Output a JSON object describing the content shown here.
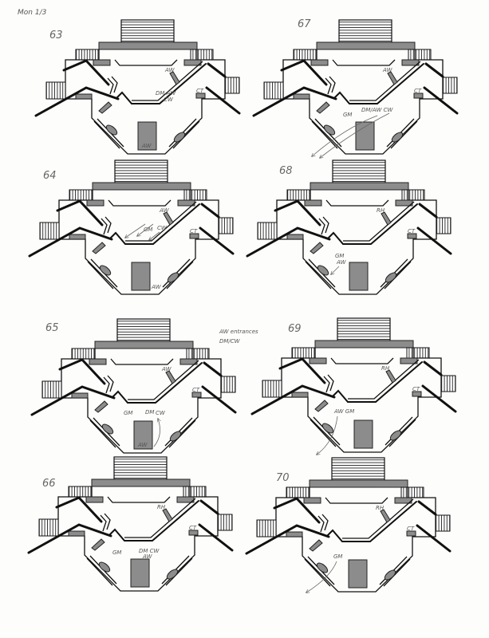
{
  "page_header": "Mon 1/3",
  "margin_note": [
    "AW entrances",
    "DM/CW"
  ],
  "panels": [
    {
      "number": "63",
      "labels": [
        "AW",
        "DM AW",
        "CW",
        "AW",
        "CT"
      ]
    },
    {
      "number": "64",
      "labels": [
        "AW",
        "GM",
        "CW",
        "AW",
        "CT"
      ]
    },
    {
      "number": "65",
      "labels": [
        "AW",
        "GM",
        "DM",
        "CW",
        "AW",
        "CT"
      ]
    },
    {
      "number": "66",
      "labels": [
        "RH",
        "GM",
        "DM CW",
        "AW",
        "CT"
      ]
    },
    {
      "number": "67",
      "labels": [
        "AW",
        "GM",
        "DM/AW CW",
        "CT"
      ]
    },
    {
      "number": "68",
      "labels": [
        "RH",
        "GM",
        "AW",
        "CT"
      ]
    },
    {
      "number": "69",
      "labels": [
        "RH",
        "AW GM",
        "CT"
      ]
    },
    {
      "number": "70",
      "labels": [
        "RH",
        "GM",
        "CT"
      ]
    }
  ],
  "colors": {
    "paper": "#fdfdfb",
    "ink": "#111111",
    "shade": "#8c8c8c",
    "pencil": "#555555"
  }
}
